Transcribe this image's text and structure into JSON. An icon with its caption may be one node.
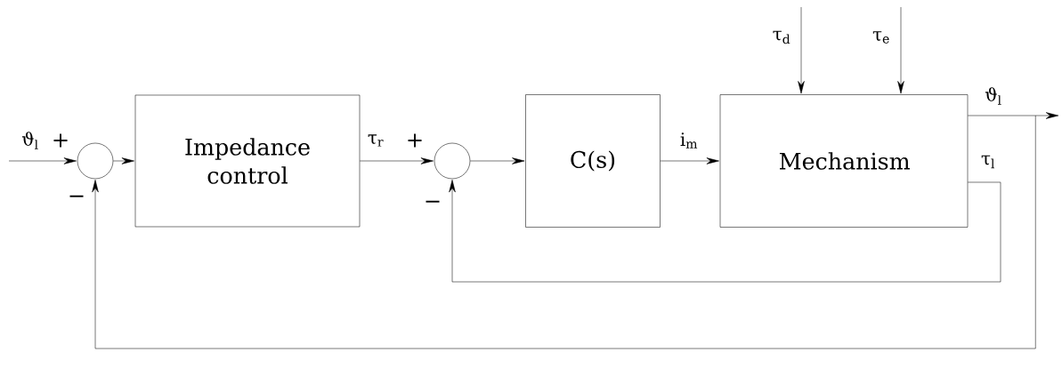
{
  "diagram": {
    "nodes": [
      {
        "text": [],
        "shape": "circle"
      },
      {
        "text": [
          "Impedance control"
        ]
      },
      {
        "text": [],
        "shape": "circle"
      },
      {
        "text": [
          "C(s)"
        ]
      },
      {
        "text": [
          "Mechanism"
        ]
      }
    ],
    "edges": [
      {
        "from": null,
        "to": 0,
        "arrow": "to",
        "label": "ϑ$_{l}$"
      },
      {
        "from": 0,
        "to": 1,
        "arrow": "to"
      },
      {
        "from": 1,
        "to": 2,
        "arrow": "to",
        "label": "τ$_{r}$"
      },
      {
        "from": 2,
        "to": 3,
        "arrow": "to"
      },
      {
        "from": 3,
        "to": 4,
        "arrow": "to",
        "label": "i$_{m}$"
      },
      {
        "from": null,
        "to": 4,
        "arrow": "to",
        "label": "τ$_{d}$"
      },
      {
        "from": null,
        "to": 4,
        "arrow": "to",
        "label": "τ$_{e}$"
      },
      {
        "from": 4,
        "to": null,
        "arrow": "to",
        "label": "ϑ$_{l}$"
      },
      {
        "from": 4,
        "to": 2,
        "arrow": "to",
        "label": "τ$_{l}$"
      },
      {
        "from": 4,
        "to": 0,
        "arrow": "to"
      }
    ],
    "labels": [
      "+",
      "−",
      "+",
      "−"
    ]
  }
}
